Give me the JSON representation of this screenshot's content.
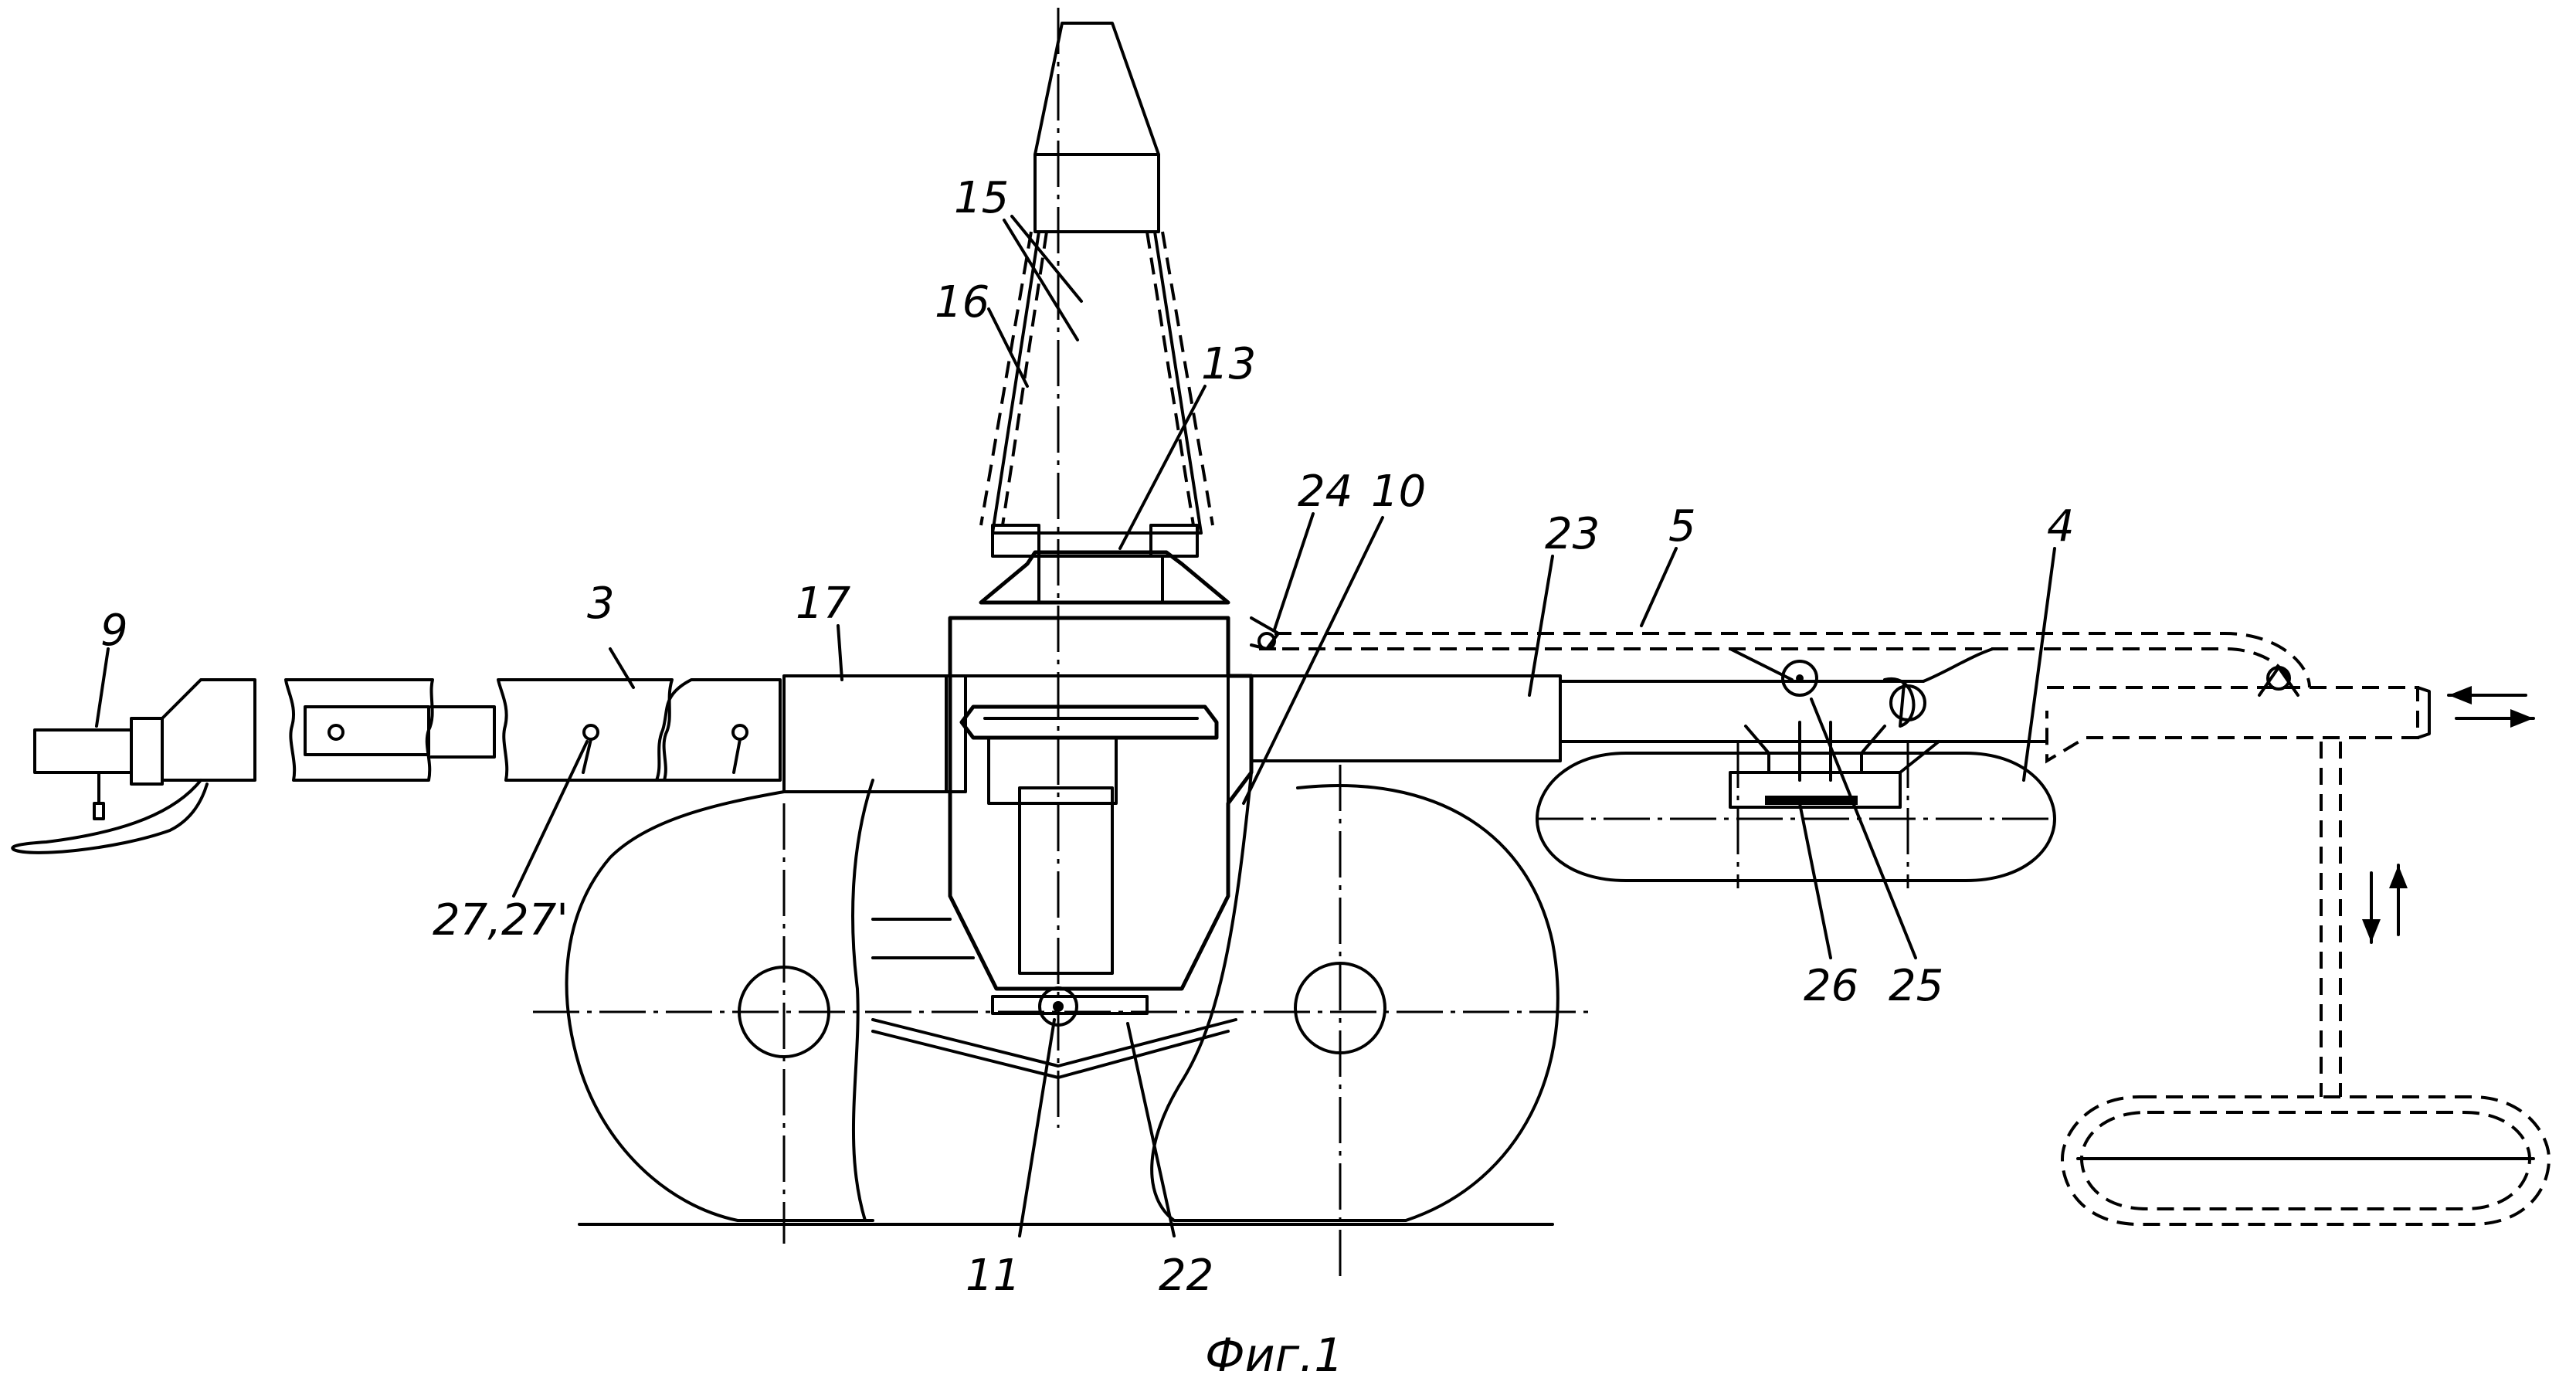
{
  "figure": {
    "caption": "Фиг.1",
    "labels": {
      "l9": "9",
      "l3": "3",
      "l17": "17",
      "l27": "27,27'",
      "l16": "16",
      "l15": "15",
      "l13": "13",
      "l24": "24",
      "l10": "10",
      "l23": "23",
      "l5": "5",
      "l4": "4",
      "l26": "26",
      "l25": "25",
      "l11": "11",
      "l22": "22"
    },
    "icons": {
      "horizontal_motion": "double-arrow-horizontal-icon",
      "vertical_motion": "double-arrow-vertical-icon"
    }
  }
}
